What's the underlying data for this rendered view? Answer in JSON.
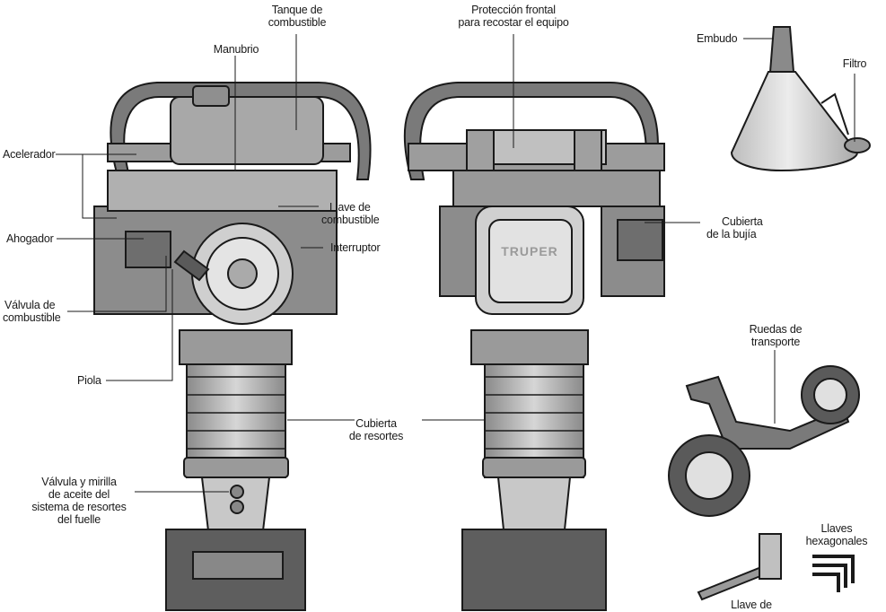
{
  "labels": {
    "tanque": [
      "Tanque de",
      "combustible"
    ],
    "manubrio": "Manubrio",
    "proteccion": [
      "Protección frontal",
      "para recostar el equipo"
    ],
    "embudo": "Embudo",
    "filtro": "Filtro",
    "acelerador": "Acelerador",
    "llave_combustible": [
      "Llave de",
      "combustible"
    ],
    "cubierta_bujia": [
      "Cubierta",
      "de la bujía"
    ],
    "ahogador": "Ahogador",
    "interruptor": "Interruptor",
    "valvula_combustible": [
      "Válvula de",
      "combustible"
    ],
    "ruedas": [
      "Ruedas de",
      "transporte"
    ],
    "piola": "Piola",
    "cubierta_resortes": [
      "Cubierta",
      "de resortes"
    ],
    "valvula_aceite": [
      "Válvula y mirilla",
      "de aceite del",
      "sistema de resortes",
      "del fuelle"
    ],
    "llaves_hex": [
      "Llaves",
      "hexagonales"
    ],
    "llave_bujia": "Llave de"
  },
  "brand_text": "TRUPER",
  "colors": {
    "ink": "#1a1a1a",
    "body": "#8c8c8c",
    "light": "#c8c8c8",
    "dark": "#4a4a4a"
  }
}
